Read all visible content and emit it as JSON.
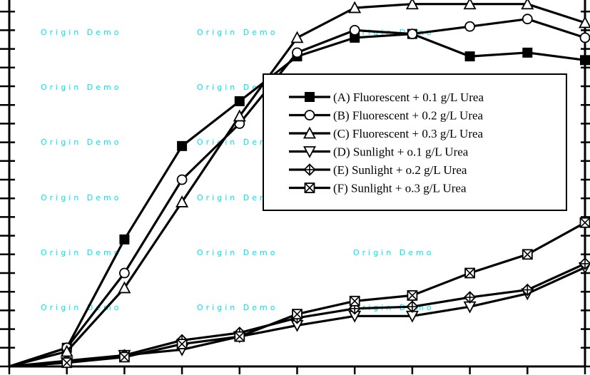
{
  "chart_data": {
    "type": "line",
    "x": [
      0,
      1,
      2,
      3,
      4,
      5,
      6,
      7,
      8,
      9,
      10
    ],
    "xlim": [
      0,
      10
    ],
    "ylim": [
      0,
      100
    ],
    "grid": false,
    "legend_position": "right",
    "series": [
      {
        "name": "(A) Fluorescent + 0.1 g/L Urea",
        "marker": "filled-square",
        "values": [
          0,
          5,
          34,
          59,
          71,
          83,
          88,
          89,
          83,
          84,
          82
        ]
      },
      {
        "name": "(B) Fluorescent + 0.2 g/L Urea",
        "marker": "open-circle",
        "values": [
          0,
          5,
          25,
          50,
          65,
          84,
          90,
          89,
          91,
          93,
          88
        ]
      },
      {
        "name": "(C) Fluorescent + 0.3 g/L Urea",
        "marker": "open-triangle-up",
        "values": [
          0,
          4,
          21,
          44,
          67,
          88,
          96,
          97,
          97,
          97,
          92
        ]
      },
      {
        "name": "(D) Sunlight + o.1 g/L Urea",
        "marker": "open-triangle-down",
        "values": [
          0,
          1,
          3,
          4.5,
          8,
          11,
          13.5,
          13.5,
          16,
          19.5,
          26.5
        ]
      },
      {
        "name": "(E) Sunlight + o.2 g/L Urea",
        "marker": "crossed-diamond",
        "values": [
          0,
          1.5,
          3,
          7,
          9,
          13,
          15.5,
          16,
          18.5,
          20.5,
          27.5
        ]
      },
      {
        "name": "(F) Sunlight + o.3 g/L Urea",
        "marker": "crossed-square",
        "values": [
          0,
          1,
          2.5,
          6,
          8,
          14,
          17.5,
          19,
          25,
          30,
          38.5
        ]
      }
    ]
  },
  "watermark": {
    "text": "Origin Demo",
    "color": "#00e5ee"
  }
}
